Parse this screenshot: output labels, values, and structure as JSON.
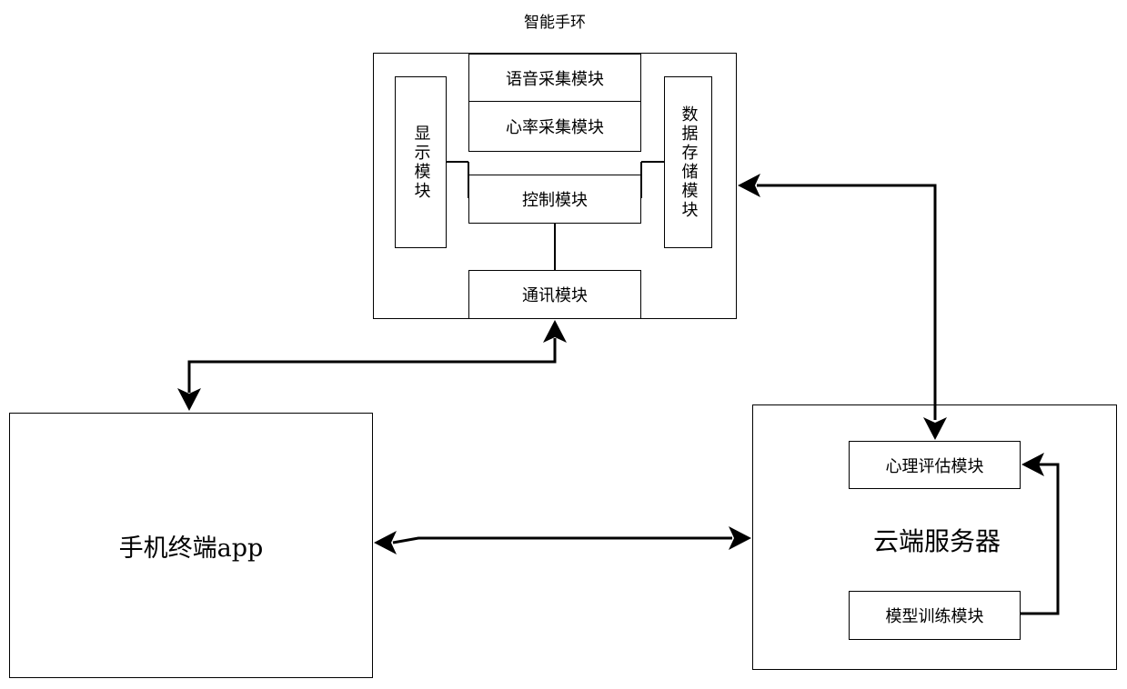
{
  "band": {
    "title": "智能手环",
    "modules": {
      "voice": "语音采集模块",
      "heart_rate": "心率采集模块",
      "display": "显示模块",
      "storage": "数据存储模块",
      "control": "控制模块",
      "comm": "通讯模块"
    }
  },
  "phone": {
    "label": "手机终端app"
  },
  "cloud": {
    "label": "云端服务器",
    "modules": {
      "psych": "心理评估模块",
      "training": "模型训练模块"
    }
  }
}
